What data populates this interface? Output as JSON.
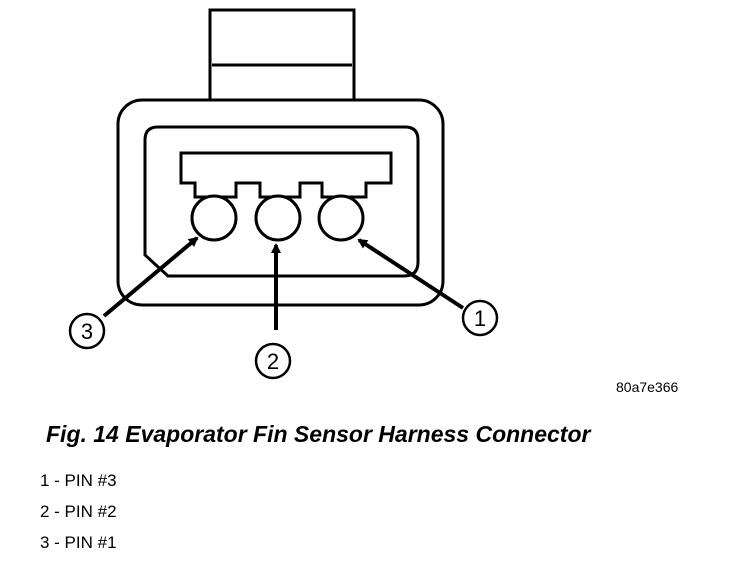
{
  "diagram": {
    "image_code": "80a7e366",
    "callouts": [
      {
        "id": "1",
        "label": "1"
      },
      {
        "id": "2",
        "label": "2"
      },
      {
        "id": "3",
        "label": "3"
      }
    ]
  },
  "caption": "Fig. 14 Evaporator Fin Sensor Harness Connector",
  "legend": [
    {
      "text": "1 - PIN #3"
    },
    {
      "text": "2 - PIN #2"
    },
    {
      "text": "3 - PIN #1"
    }
  ]
}
